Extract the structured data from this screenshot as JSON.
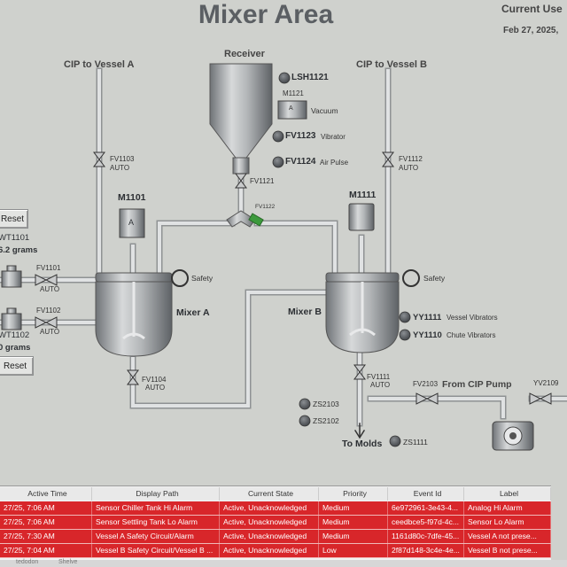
{
  "header": {
    "title": "Mixer Area",
    "current_user_label": "Current Use",
    "date": "Feb 27, 2025,"
  },
  "labels": {
    "cip_vessel_a": "CIP to Vessel A",
    "cip_vessel_b": "CIP to Vessel B",
    "receiver": "Receiver",
    "lsh1121": "LSH1121",
    "m1121": "M1121",
    "vacuum": "Vacuum",
    "fv1123": "FV1123",
    "vibrator": "Vibrator",
    "fv1124": "FV1124",
    "air_pulse": "Air Pulse",
    "fv1121": "FV1121",
    "fv1122": "FV1122",
    "fv1103": "FV1103",
    "fv1103_mode": "AUTO",
    "fv1112": "FV1112",
    "fv1112_mode": "AUTO",
    "m1101": "M1101",
    "m1101_glyph": "A",
    "m1111": "M1111",
    "m1121_glyph": "A",
    "wt1101": "WT1101",
    "wt1101_value": "6.2 grams",
    "wt1102": "WT1102",
    "wt1102_value": "0 grams",
    "fv1101": "FV1101",
    "fv1101_mode": "AUTO",
    "fv1102": "FV1102",
    "fv1102_mode": "AUTO",
    "safety_a": "Safety",
    "safety_b": "Safety",
    "mixer_a": "Mixer A",
    "mixer_b": "Mixer B",
    "yy1111": "YY1111",
    "vessel_vibrators": "Vessel Vibrators",
    "yy1110": "YY1110",
    "chute_vibrators": "Chute Vibrators",
    "fv1104": "FV1104",
    "fv1104_mode": "AUTO",
    "fv1111": "FV1111",
    "fv1111_mode": "AUTO",
    "fv2103": "FV2103",
    "from_cip_pump": "From CIP Pump",
    "yv2109": "YV2109",
    "zs2103": "ZS2103",
    "zs2102": "ZS2102",
    "to_molds": "To Molds",
    "zs1111": "ZS1111"
  },
  "buttons": {
    "reset_top": "Reset",
    "reset_bottom": "Reset"
  },
  "alarm_table": {
    "columns": [
      "Active Time",
      "Display Path",
      "Current State",
      "Priority",
      "Event Id",
      "Label"
    ],
    "rows": [
      [
        "27/25, 7:06 AM",
        "Sensor Chiller Tank Hi Alarm",
        "Active, Unacknowledged",
        "Medium",
        "6e972961-3e43-4...",
        "Analog Hi Alarm"
      ],
      [
        "27/25, 7:06 AM",
        "Sensor Settling Tank Lo Alarm",
        "Active, Unacknowledged",
        "Medium",
        "ceedbce5-f97d-4c...",
        "Sensor Lo Alarm"
      ],
      [
        "27/25, 7:30 AM",
        "Vessel A Safety Circuit/Alarm",
        "Active, Unacknowledged",
        "Medium",
        "1161d80c-7dfe-45...",
        "Vessel A not prese..."
      ],
      [
        "27/25, 7:04 AM",
        "Vessel B Safety Circuit/Vessel B ...",
        "Active, Unacknowledged",
        "Low",
        "2f87d148-3c4e-4e...",
        "Vessel B not prese..."
      ]
    ]
  },
  "statusbar": {
    "left": "tedodon",
    "middle": "Shelve"
  },
  "colors": {
    "background": "#cfd1cd",
    "pipe": "#b9bcbe",
    "status_gray": "#5b5f62",
    "alarm_red": "#d8262a",
    "valve_green": "#3c9a3c"
  }
}
